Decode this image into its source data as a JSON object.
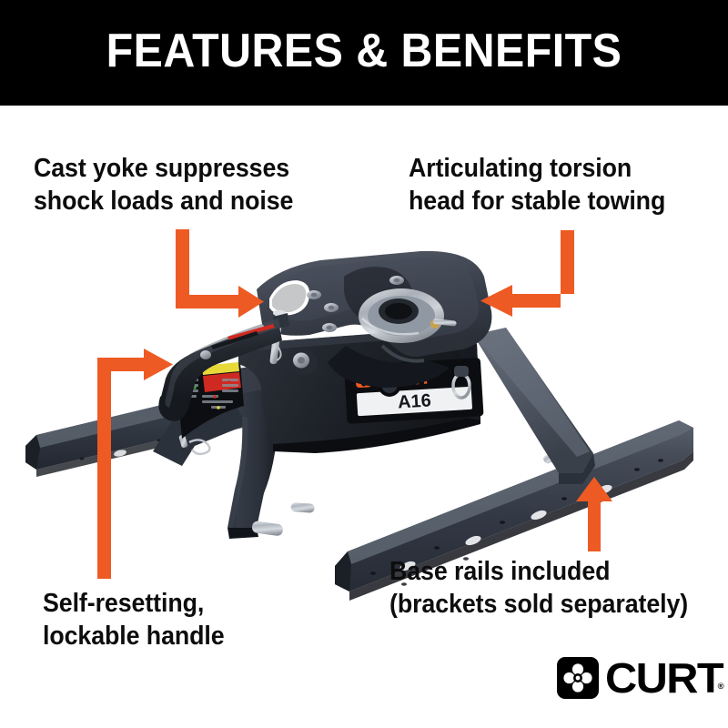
{
  "header": {
    "title": "FEATURES & BENEFITS",
    "background_color": "#000000",
    "text_color": "#ffffff"
  },
  "theme": {
    "accent_orange": "#ee5a23",
    "text_black": "#0d0d0d",
    "page_background": "#ffffff",
    "product_body_dark": "#2a2f38",
    "product_body_mid": "#3c424d",
    "product_body_light": "#565e6b",
    "hardware_silver": "#b9bec6"
  },
  "callouts": [
    {
      "id": "cast-yoke",
      "line1": "Cast yoke suppresses",
      "line2": "shock loads and noise",
      "arrow": "elbow-down-right"
    },
    {
      "id": "torsion-head",
      "line1": "Articulating torsion",
      "line2": "head for stable towing",
      "arrow": "elbow-down-left"
    },
    {
      "id": "lockable-handle",
      "line1": "Self-resetting,",
      "line2": "lockable handle",
      "arrow": "elbow-up-right"
    },
    {
      "id": "base-rails",
      "line1": "Base rails included",
      "line2": "(brackets sold separately)",
      "arrow": "straight-up"
    }
  ],
  "product": {
    "name": "fifth wheel hitch",
    "model_label": "A16",
    "decal_brand": "CURT",
    "warning_decal": "instruction-and-warning-label"
  },
  "brand": {
    "wordmark": "CURT",
    "trademark": "®",
    "mark_name": "curt-clover-badge"
  }
}
